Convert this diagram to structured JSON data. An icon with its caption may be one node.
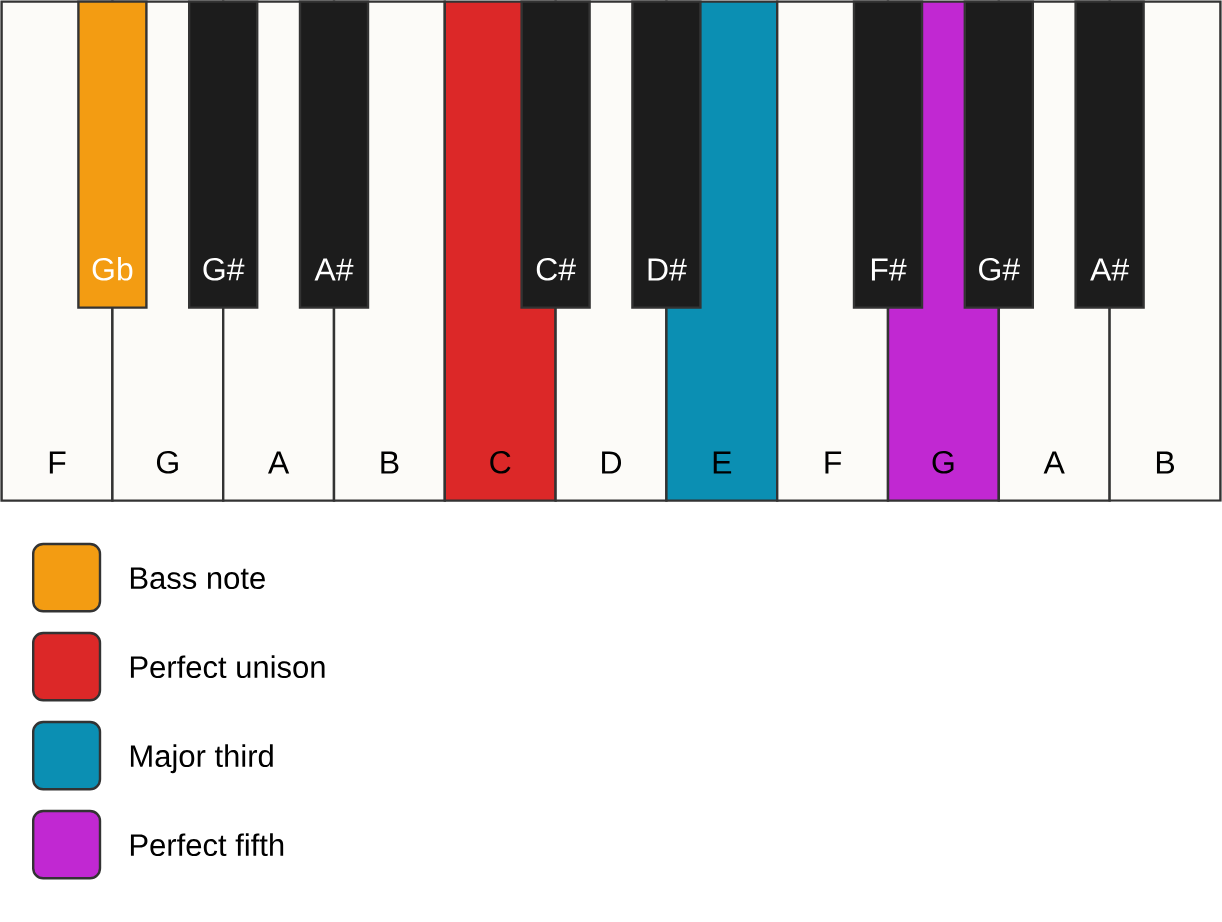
{
  "diagram": {
    "nodes": [
      {
        "text": [
          "F"
        ]
      },
      {
        "text": [
          "Gb"
        ]
      },
      {
        "text": [
          "G"
        ]
      },
      {
        "text": [
          "G#"
        ]
      },
      {
        "text": [
          "A"
        ]
      },
      {
        "text": [
          "A#"
        ]
      },
      {
        "text": [
          "B"
        ]
      },
      {
        "text": [
          "C"
        ]
      },
      {
        "text": [
          "C#"
        ]
      },
      {
        "text": [
          "D"
        ]
      },
      {
        "text": [
          "D#"
        ]
      },
      {
        "text": [
          "E"
        ]
      },
      {
        "text": [
          "F"
        ]
      },
      {
        "text": [
          "F#"
        ]
      },
      {
        "text": [
          "G"
        ]
      },
      {
        "text": [
          "G#"
        ]
      },
      {
        "text": [
          "A"
        ]
      },
      {
        "text": [
          "A#"
        ]
      },
      {
        "text": [
          "B"
        ]
      }
    ],
    "legend": [
      {
        "text": "Bass note",
        "color": "#f39c12"
      },
      {
        "text": "Perfect unison",
        "color": "#dc2828"
      },
      {
        "text": "Major third",
        "color": "#0b8fb3"
      },
      {
        "text": "Perfect fifth",
        "color": "#c128d2"
      }
    ]
  }
}
